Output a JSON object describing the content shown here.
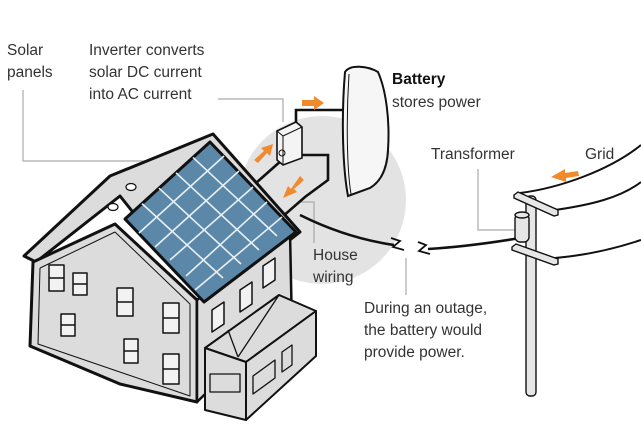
{
  "diagram": {
    "labels": {
      "solar_panels": "Solar\npanels",
      "inverter": "Inverter converts\nsolar DC current\ninto AC current",
      "battery_title": "Battery",
      "battery_desc": "stores power",
      "transformer": "Transformer",
      "grid": "Grid",
      "house_wiring": "House\nwiring",
      "outage_note": "During an outage,\nthe battery would\nprovide power."
    },
    "colors": {
      "panel_blue": "#5b88a8",
      "arrow_orange": "#f08a2c",
      "house_gray": "#dcdcdc",
      "backdrop_gray": "#e3e3e3",
      "outline": "#111111",
      "leader_gray": "#aaaaaa"
    },
    "icons": {
      "flow_arrows": "orange-arrow",
      "break": "zigzag-break"
    }
  }
}
